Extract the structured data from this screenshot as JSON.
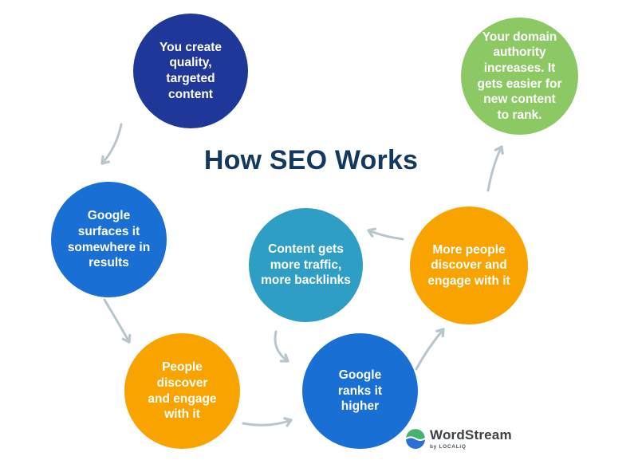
{
  "title": "How SEO Works",
  "nodes": [
    {
      "id": "create-content",
      "label": "You create\nquality,\ntargeted\ncontent",
      "color": "#1e3799"
    },
    {
      "id": "google-surfaces",
      "label": "Google\nsurfaces it\nsomewhere in\nresults",
      "color": "#1a6fd4"
    },
    {
      "id": "people-discover",
      "label": "People\ndiscover\nand engage\nwith it",
      "color": "#f8a300"
    },
    {
      "id": "content-traffic",
      "label": "Content gets\nmore traffic,\nmore backlinks",
      "color": "#2e9ec5"
    },
    {
      "id": "google-ranks",
      "label": "Google\nranks it\nhigher",
      "color": "#1a6fd4"
    },
    {
      "id": "more-people",
      "label": "More people\ndiscover and\nengage with it",
      "color": "#f8a300"
    },
    {
      "id": "domain-authority",
      "label": "Your domain\nauthority\nincreases. It\ngets easier for\nnew content\nto rank.",
      "color": "#8cc863"
    }
  ],
  "arrows": [
    {
      "from": "create-content",
      "to": "google-surfaces"
    },
    {
      "from": "google-surfaces",
      "to": "people-discover"
    },
    {
      "from": "people-discover",
      "to": "google-ranks"
    },
    {
      "from": "content-traffic",
      "to": "google-ranks"
    },
    {
      "from": "google-ranks",
      "to": "more-people"
    },
    {
      "from": "more-people",
      "to": "content-traffic"
    },
    {
      "from": "more-people",
      "to": "domain-authority"
    }
  ],
  "logo": {
    "brand": "WordStream",
    "byline": "by LOCALiQ"
  },
  "palette": {
    "title_text": "#14395e",
    "arrow": "#b7c6cd",
    "circle_text": "#ffffff",
    "logo_green": "#45b271",
    "logo_blue": "#2e6fd6"
  }
}
